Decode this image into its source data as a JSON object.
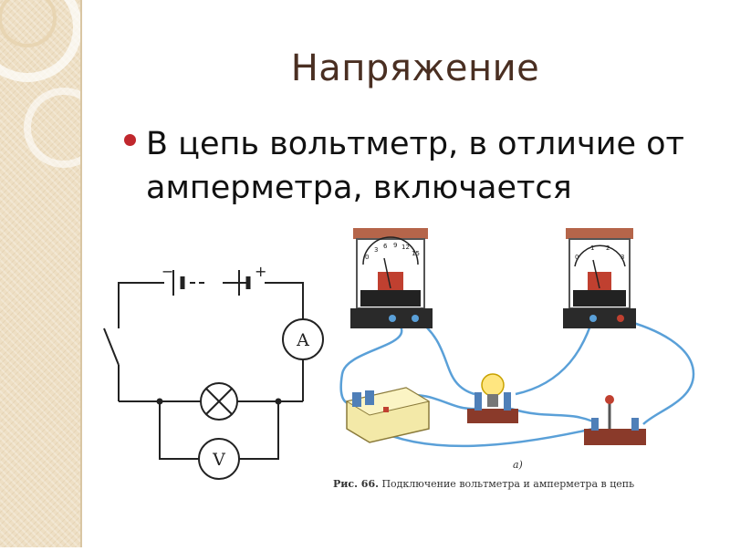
{
  "slide": {
    "title": "Напряжение",
    "bullet": "В цепь вольтметр, в отличие от амперметра, включается"
  },
  "figure": {
    "schematic": {
      "ammeter_label": "A",
      "voltmeter_label": "V",
      "minus_sign": "−",
      "plus_sign": "+"
    },
    "meter_left_scale": [
      "0",
      "3",
      "6",
      "9",
      "12",
      "15"
    ],
    "meter_right_scale": [
      "0",
      "1",
      "2",
      "3"
    ],
    "subfigure_label": "а)",
    "caption_number": "Рис. 66.",
    "caption_text": "Подключение вольтметра и амперметра в цепь"
  },
  "colors": {
    "title": "#4a2f22",
    "bullet": "#c0272d",
    "wire": "#5aa0d8",
    "background_band": "#eedfc4"
  }
}
